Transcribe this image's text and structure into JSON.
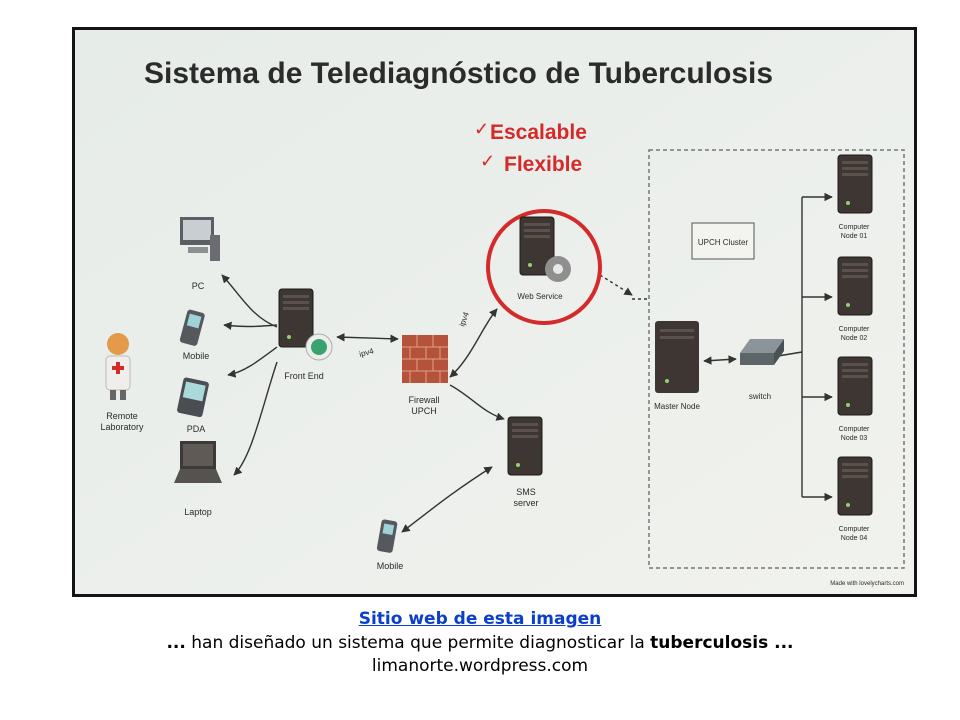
{
  "slide": {
    "title": "Sistema de Telediagnóstico de Tuberculosis",
    "features": [
      "Escalable",
      "Flexible"
    ],
    "nodes": {
      "pc": "PC",
      "mobile": "Mobile",
      "pda": "PDA",
      "laptop": "Laptop",
      "remote_lab": [
        "Remote",
        "Laboratory"
      ],
      "front_end": "Front End",
      "firewall": [
        "Firewall",
        "UPCH"
      ],
      "web_service": "Web Service",
      "sms_server": [
        "SMS",
        "server"
      ],
      "mobile_sms": "Mobile",
      "cluster": "UPCH Cluster",
      "master": "Master Node",
      "switch": "switch",
      "compute": [
        [
          "Computer",
          "Node 01"
        ],
        [
          "Computer",
          "Node 02"
        ],
        [
          "Computer",
          "Node 03"
        ],
        [
          "Computer",
          "Node 04"
        ]
      ]
    },
    "edge_labels": {
      "ipv4_fe": "ipv4",
      "ipv4_ws": "ipv4"
    },
    "watermark": "Made with lovelycharts.com",
    "colors": {
      "highlight": "#d42a2a",
      "server": "#3e3632",
      "firewall": "#b5523a",
      "background": "#ecefec"
    }
  },
  "caption": {
    "link_text": "Sitio web de esta imagen",
    "line2_prefix": "...",
    "line2_mid": " han diseñado un sistema que permite diagnosticar la ",
    "line2_bold": "tuberculosis",
    "line2_suffix": " ...",
    "source": "limanorte.wordpress.com"
  }
}
